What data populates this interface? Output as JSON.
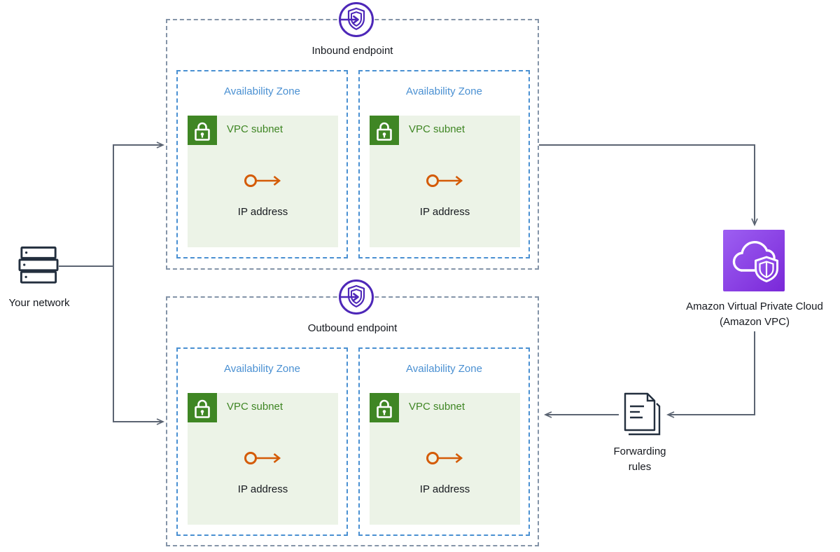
{
  "your_network": {
    "label": "Your network"
  },
  "inbound_endpoint": {
    "label": "Inbound endpoint",
    "zones": [
      {
        "az": "Availability Zone",
        "subnet": "VPC subnet",
        "ip": "IP address"
      },
      {
        "az": "Availability Zone",
        "subnet": "VPC subnet",
        "ip": "IP address"
      }
    ]
  },
  "outbound_endpoint": {
    "label": "Outbound endpoint",
    "zones": [
      {
        "az": "Availability Zone",
        "subnet": "VPC subnet",
        "ip": "IP address"
      },
      {
        "az": "Availability Zone",
        "subnet": "VPC subnet",
        "ip": "IP address"
      }
    ]
  },
  "amazon_vpc": {
    "label_line1": "Amazon Virtual Private Cloud",
    "label_line2": "(Amazon VPC)"
  },
  "forwarding_rules": {
    "label_line1": "Forwarding",
    "label_line2": "rules"
  },
  "colors": {
    "endpoint_purple": "#4d27b8",
    "availability_zone_blue": "#4a90d2",
    "subnet_green": "#3f8624",
    "subnet_fill": "#ecf3e7",
    "ip_orange": "#d45b07",
    "connector_gray": "#5b6472",
    "outer_box_dash": "#8494a8",
    "icon_navy": "#232f3e",
    "vpc_gradient_start": "#9d5ff2",
    "vpc_gradient_end": "#7a28d8"
  }
}
